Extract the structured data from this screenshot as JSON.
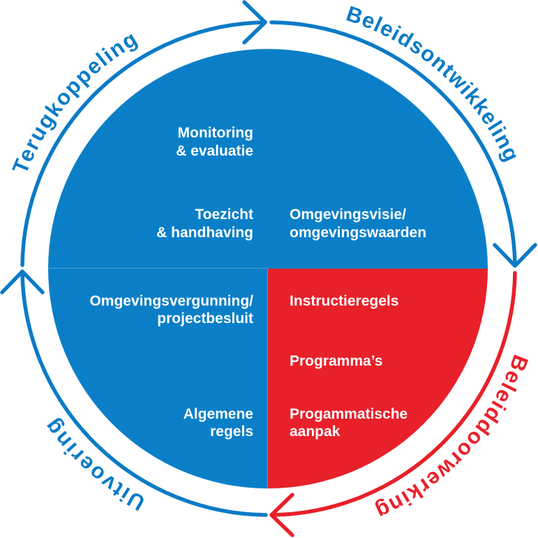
{
  "colors": {
    "blue_fill": "#0a7fc8",
    "ring_blue": "#0b7bc6",
    "red": "#e8202a",
    "divider": "#4a9ed6",
    "text_on_fill": "#ffffff"
  },
  "cycle_labels": [
    {
      "id": "beleidsontwikkeling",
      "text": "Beleidsontwikkeling",
      "color": "#0b7bc6"
    },
    {
      "id": "beleiddoorwerking",
      "text": "Beleiddoorwerking",
      "color": "#e8202a"
    },
    {
      "id": "uitvoering",
      "text": "Uitvoering",
      "color": "#0b7bc6"
    },
    {
      "id": "terugkoppeling",
      "text": "Terugkoppeling",
      "color": "#0b7bc6"
    }
  ],
  "ring": {
    "segments": [
      {
        "phase": "beleidsontwikkeling",
        "color": "#0b7bc6",
        "arrow_direction": "down"
      },
      {
        "phase": "beleiddoorwerking",
        "color": "#e8202a",
        "arrow_direction": "left"
      },
      {
        "phase": "uitvoering",
        "color": "#0b7bc6",
        "arrow_direction": "up"
      },
      {
        "phase": "terugkoppeling",
        "color": "#0b7bc6",
        "arrow_direction": "right"
      }
    ]
  },
  "quadrants": {
    "top": {
      "color": "#0a7fc8",
      "left_items": [
        {
          "lines": [
            "Monitoring",
            "& evaluatie"
          ]
        },
        {
          "lines": [
            "Toezicht",
            "& handhaving"
          ]
        }
      ],
      "right_items": [
        {
          "lines": [
            "Omgevingsvisie/",
            "omgevingswaarden"
          ]
        }
      ]
    },
    "bottom_left": {
      "color": "#0a7fc8",
      "items": [
        {
          "lines": [
            "Omgevingsvergunning/",
            "projectbesluit"
          ]
        },
        {
          "lines": [
            "Algemene",
            "regels"
          ]
        }
      ]
    },
    "bottom_right": {
      "color": "#e8202a",
      "items": [
        {
          "lines": [
            "Instructieregels"
          ]
        },
        {
          "lines": [
            "Programma’s"
          ]
        },
        {
          "lines": [
            "Progammatische",
            "aanpak"
          ]
        }
      ]
    }
  }
}
